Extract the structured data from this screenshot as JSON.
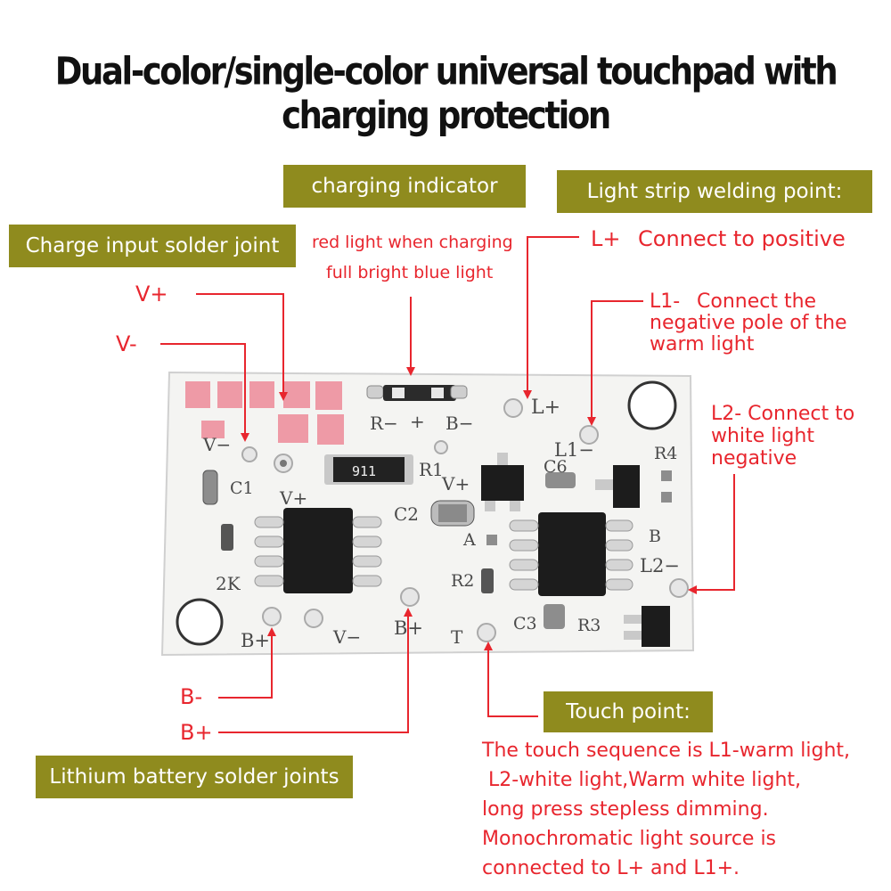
{
  "title": "Dual-color/single-color universal touchpad with charging protection",
  "labels": {
    "charging_indicator": "charging indicator",
    "indicator_line1": "red light when charging",
    "indicator_line2": "full bright blue light",
    "light_strip": "Light strip welding point:",
    "charge_input": "Charge input solder joint",
    "v_plus": "V+",
    "v_minus": "V-",
    "lplus_pin": "L+",
    "lplus_desc": "Connect to positive",
    "l1_pin": "L1-",
    "l1_desc_line1": "Connect the",
    "l1_desc_line2": "negative pole of the",
    "l1_desc_line3": "warm light",
    "l2_line1": "L2- Connect to",
    "l2_line2": "white light",
    "l2_line3": "negative",
    "b_minus": "B-",
    "b_plus": "B+",
    "touch_point": "Touch point:",
    "lithium": "Lithium battery solder joints",
    "touch_desc": [
      "The touch sequence is L1-warm light,",
      " L2-white light,Warm white light,",
      "long press stepless dimming.",
      "Monochromatic light source is",
      "connected to L+ and L1+."
    ]
  },
  "silkscreen": {
    "r_minus": "R−",
    "plus": "+",
    "b_minus": "B−",
    "l_plus": "L+",
    "l1_minus": "L1−",
    "r4": "R4",
    "v_minus": "V−",
    "c1": "C1",
    "v_plus": "V+",
    "r911": "911",
    "r1": "R1",
    "v_plus2": "V+",
    "c6": "C6",
    "c2": "C2",
    "a": "A",
    "b": "B",
    "l2_minus": "L2−",
    "r2": "R2",
    "two_k": "2K",
    "b_plus_bottom": "B+",
    "v_minus_bottom": "V−",
    "b_plus_pad": "B+",
    "t": "T",
    "c3": "C3",
    "r3": "R3"
  },
  "colors": {
    "label_bg": "#8f8b1e",
    "label_text": "#ffffff",
    "annotation": "#e8262e",
    "board": "#f3f3f3",
    "pad": "#ee9aa6",
    "chip": "#1c1c1c"
  }
}
